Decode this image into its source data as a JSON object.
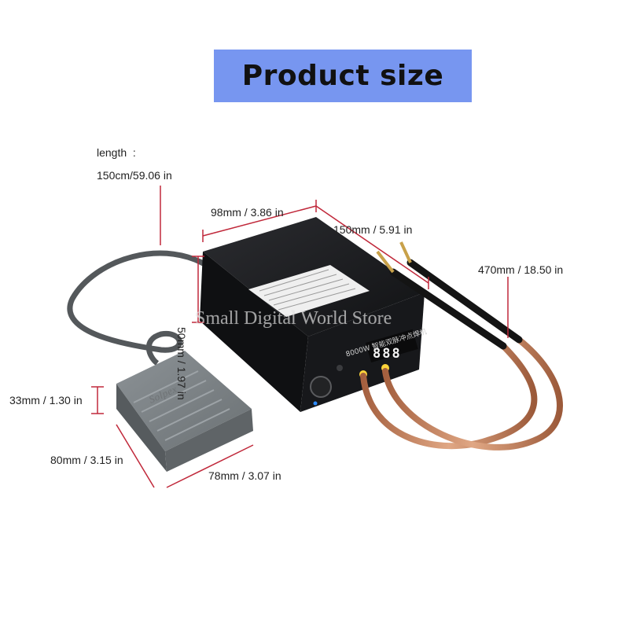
{
  "title": "Product size",
  "dimensions": {
    "cable_length_label": "length  :",
    "cable_length_value": "150cm/59.06 in",
    "box_width": "98mm / 3.86 in",
    "box_length": "150mm / 5.91 in",
    "box_height": "50mm / 1.97 in",
    "pen_cable": "470mm / 18.50 in",
    "pedal_height": "33mm / 1.30 in",
    "pedal_length": "80mm / 3.15 in",
    "pedal_width": "78mm / 3.07 in"
  },
  "device": {
    "display": "888",
    "label": "8000W 智能双脉冲点焊机",
    "pedal_brand": "Solpex"
  },
  "watermark": "Small Digital World Store",
  "colors": {
    "banner": "#7796f0",
    "dimension_line": "#c0283a",
    "device_body": "#1c1d20",
    "pedal": "#7b8185",
    "copper": "#c47f5a"
  }
}
